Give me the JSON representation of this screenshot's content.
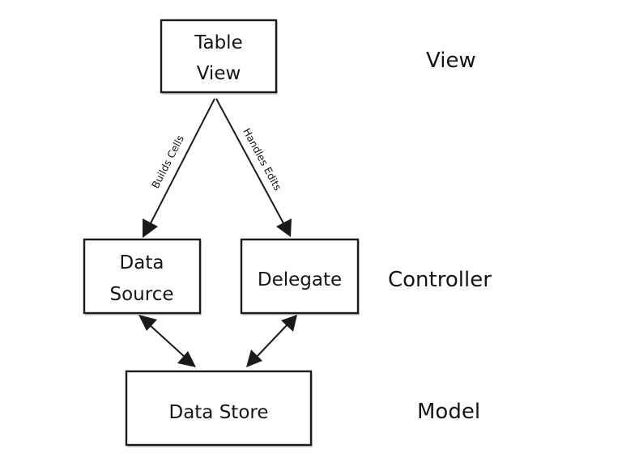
{
  "nodes": {
    "table_view": [
      "Table",
      "View"
    ],
    "data_source": [
      "Data",
      "Source"
    ],
    "delegate": [
      "Delegate"
    ],
    "data_store": [
      "Data Store"
    ]
  },
  "layers": {
    "view": "View",
    "controller": "Controller",
    "model": "Model"
  },
  "edges": {
    "builds_cells": "Builds Cells",
    "handles_edits": "Handles Edits"
  }
}
